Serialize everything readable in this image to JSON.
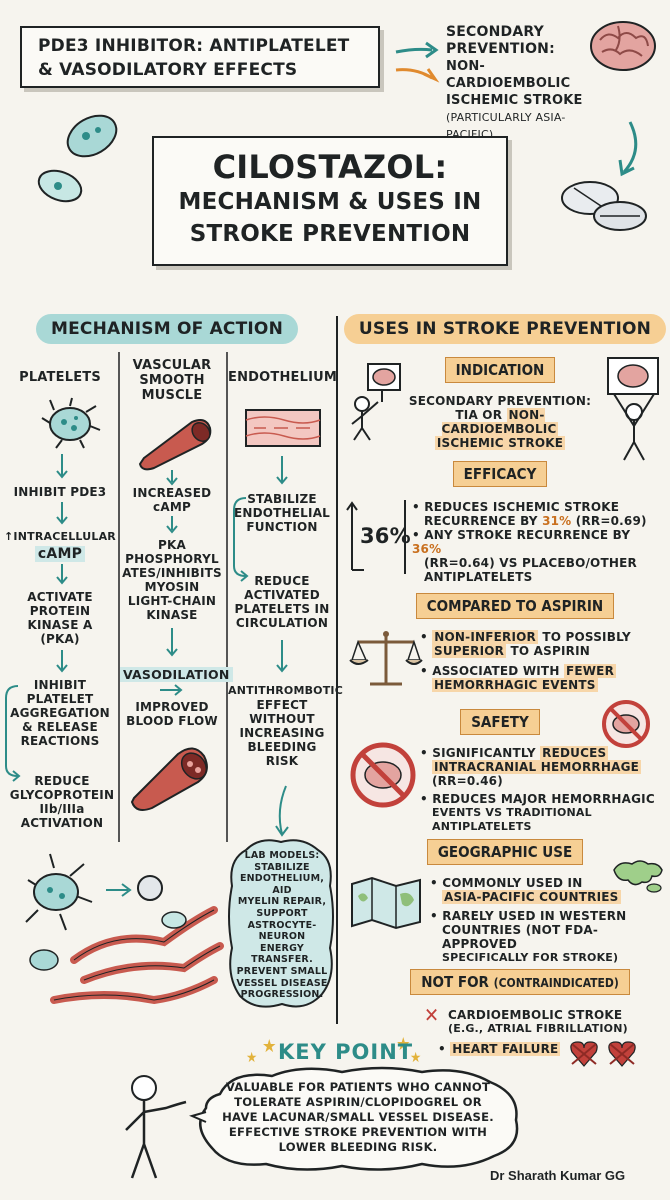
{
  "header": {
    "pde3_box": [
      "PDE3 INHIBITOR: ANTIPLATELET",
      "& VASODILATORY EFFECTS"
    ],
    "secondary": [
      "SECONDARY",
      "PREVENTION:",
      "NON-CARDIOEMBOLIC",
      "ISCHEMIC STROKE"
    ],
    "secondary_note": "(PARTICULARLY ASIA-PACIFIC)",
    "title": [
      "CILOSTAZOL:",
      "MECHANISM & USES IN",
      "STROKE PREVENTION"
    ]
  },
  "mechanism": {
    "heading": "MECHANISM OF ACTION",
    "platelets": {
      "title": "PLATELETS",
      "step1": "INHIBIT PDE3",
      "step2a": "↑INTRACELLULAR",
      "step2b": "cAMP",
      "step3": [
        "ACTIVATE",
        "PROTEIN",
        "KINASE A",
        "(PKA)"
      ],
      "step4": [
        "INHIBIT",
        "PLATELET",
        "AGGREGATION",
        "& RELEASE",
        "REACTIONS"
      ],
      "step5": [
        "REDUCE",
        "GLYCOPROTEIN",
        "IIb/IIIa",
        "ACTIVATION"
      ]
    },
    "vsm": {
      "title": [
        "VASCULAR",
        "SMOOTH",
        "MUSCLE"
      ],
      "step1": [
        "INCREASED",
        "cAMP"
      ],
      "step2": [
        "PKA",
        "PHOSPHORYL",
        "ATES/INHIBITS",
        "MYOSIN",
        "LIGHT-CHAIN",
        "KINASE"
      ],
      "step3": "VASODILATION",
      "step4": [
        "IMPROVED",
        "BLOOD FLOW"
      ]
    },
    "endothelium": {
      "title": "ENDOTHELIUM",
      "step1": [
        "STABILIZE",
        "ENDOTHELIAL",
        "FUNCTION"
      ],
      "step2": [
        "REDUCE",
        "ACTIVATED",
        "PLATELETS IN",
        "CIRCULATION"
      ],
      "step3": [
        "ANTITHROMBOTIC",
        "EFFECT",
        "WITHOUT",
        "INCREASING",
        "BLEEDING",
        "RISK"
      ]
    },
    "lab": [
      "LAB MODELS:",
      "STABILIZE",
      "ENDOTHELIUM, AID",
      "MYELIN REPAIR,",
      "SUPPORT",
      "ASTROCYTE-NEURON",
      "ENERGY TRANSFER.",
      "PREVENT SMALL",
      "VESSEL DISEASE",
      "PROGRESSION."
    ]
  },
  "uses": {
    "heading": "USES IN STROKE PREVENTION",
    "indication": {
      "title": "INDICATION",
      "l1": "SECONDARY PREVENTION:",
      "l2a": "TIA OR ",
      "l2b": "NON-CARDIOEMBOLIC",
      "l3": "ISCHEMIC STROKE"
    },
    "efficacy": {
      "title": "EFFICACY",
      "big": "36%",
      "b1a": "REDUCES ISCHEMIC STROKE",
      "b1b": "RECURRENCE BY ",
      "b1c": "31%",
      "b1d": " (RR=0.69)",
      "b2a": "ANY STROKE RECURRENCE BY ",
      "b2b": "36%",
      "b2c": "(RR=0.64) VS PLACEBO/OTHER",
      "b2d": "ANTIPLATELETS"
    },
    "aspirin": {
      "title": "COMPARED TO ASPIRIN",
      "b1a": "NON-INFERIOR",
      "b1b": " TO POSSIBLY",
      "b1c": "SUPERIOR",
      "b1d": " TO ASPIRIN",
      "b2a": "ASSOCIATED WITH ",
      "b2b": "FEWER",
      "b2c": "HEMORRHAGIC EVENTS"
    },
    "safety": {
      "title": "SAFETY",
      "b1a": "SIGNIFICANTLY ",
      "b1b": "REDUCES",
      "b1c": "INTRACRANIAL HEMORRHAGE",
      "b1d": "(RR=0.46)",
      "b2a": "REDUCES MAJOR HEMORRHAGIC",
      "b2b": "EVENTS VS TRADITIONAL ANTIPLATELETS"
    },
    "geo": {
      "title": "GEOGRAPHIC USE",
      "b1a": "COMMONLY USED IN",
      "b1b": "ASIA-PACIFIC COUNTRIES",
      "b2a": "RARELY USED IN WESTERN",
      "b2b": "COUNTRIES (NOT FDA-APPROVED",
      "b2c": "SPECIFICALLY FOR STROKE)"
    },
    "notfor": {
      "title_a": "NOT FOR ",
      "title_b": "(CONTRAINDICATED)",
      "b1a": "CARDIOEMBOLIC STROKE",
      "b1b": "(E.G., ATRIAL FIBRILLATION)",
      "b2": "HEART FAILURE"
    }
  },
  "keypoint": {
    "title": "KEY POINT",
    "text": [
      "VALUABLE FOR PATIENTS WHO CANNOT",
      "TOLERATE ASPIRIN/CLOPIDOGREL OR",
      "HAVE LACUNAR/SMALL VESSEL DISEASE.",
      "EFFECTIVE STROKE PREVENTION WITH",
      "LOWER BLEEDING RISK."
    ]
  },
  "author": "Dr Sharath Kumar GG",
  "colors": {
    "teal": "#a9d8d6",
    "orange": "#f6cf94",
    "red": "#c2413b",
    "ink": "#1f2324",
    "paper": "#f6f4ee"
  }
}
